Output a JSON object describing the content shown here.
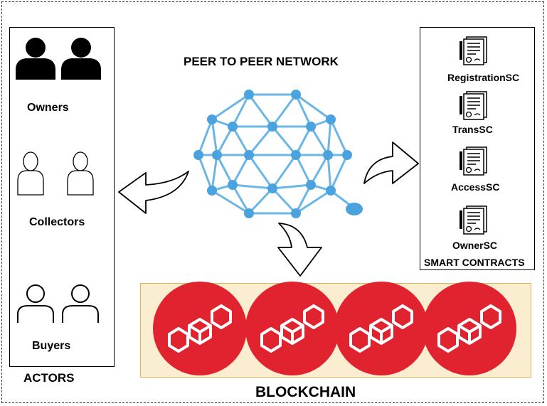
{
  "network": {
    "title": "PEER TO PEER NETWORK"
  },
  "actors": {
    "title": "ACTORS",
    "groups": [
      {
        "label": "Owners",
        "icon": "filled-user-pair-icon"
      },
      {
        "label": "Collectors",
        "icon": "outlined-user-pair-icon"
      },
      {
        "label": "Buyers",
        "icon": "outlined-user-pair-icon"
      }
    ]
  },
  "smart_contracts": {
    "title": "SMART CONTRACTS",
    "items": [
      {
        "label": "RegistrationSC",
        "icon": "contract-document-icon"
      },
      {
        "label": "TransSC",
        "icon": "contract-document-icon"
      },
      {
        "label": "AccessSC",
        "icon": "contract-document-icon"
      },
      {
        "label": "OwnerSC",
        "icon": "contract-document-icon"
      }
    ]
  },
  "blockchain": {
    "title": "BLOCKCHAIN",
    "block_count": 4,
    "block_color": "#e0232e",
    "band_color": "#fbedcf"
  },
  "colors": {
    "network_node": "#4aa3df",
    "network_edge": "#6cb6e6"
  }
}
